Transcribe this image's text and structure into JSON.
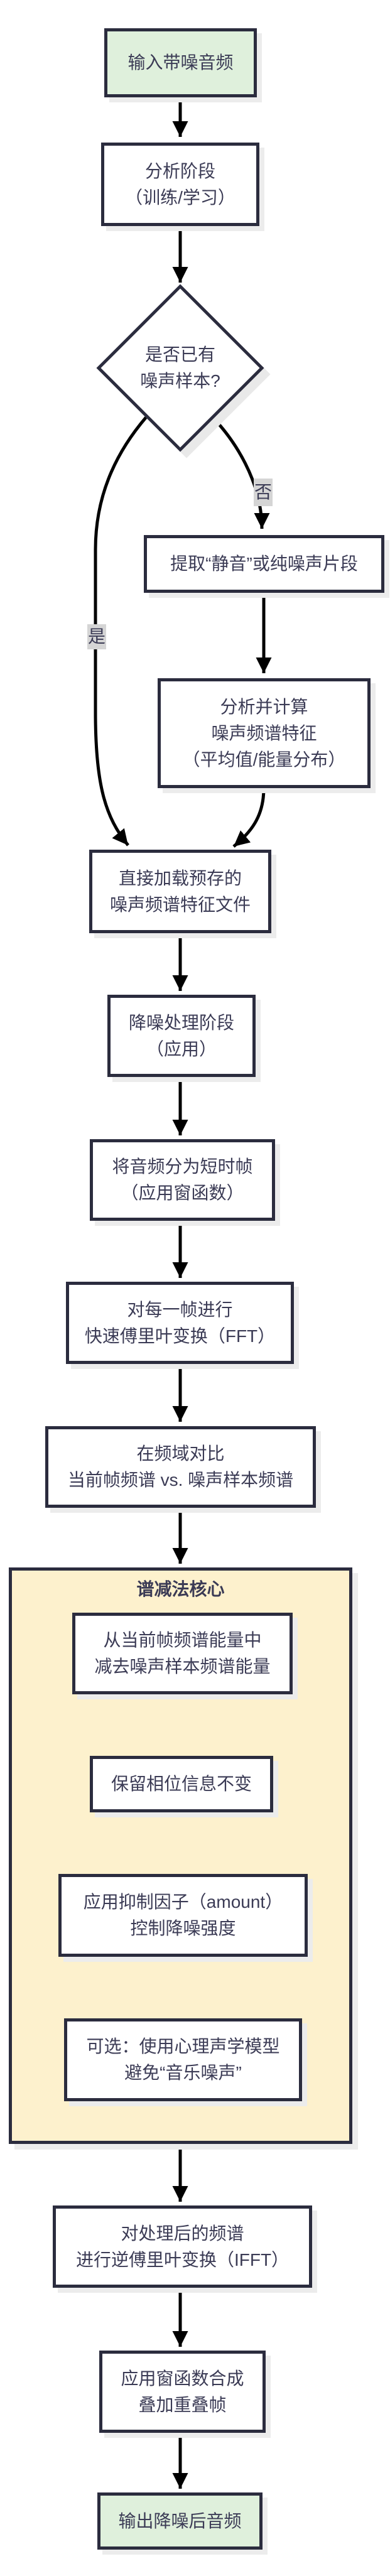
{
  "colors": {
    "background": "#ffffff",
    "box_border": "#2b2c3e",
    "text": "#3b3b55",
    "arrow": "#000000",
    "start_end_fill": "#dff0dc",
    "process_fill": "#ffffff",
    "core_container_fill": "#fdf1cd",
    "branch_label_bg": "#d5d5d5",
    "shadow": "#ececec"
  },
  "nodes": {
    "start": {
      "lines": [
        "输入带噪音频"
      ]
    },
    "analysis_stage": {
      "lines": [
        "分析阶段",
        "（训练/学习）"
      ]
    },
    "decision": {
      "lines": [
        "是否已有",
        "噪声样本?"
      ]
    },
    "extract_silence": {
      "lines": [
        "提取“静音”或纯噪声片段"
      ]
    },
    "compute_features": {
      "lines": [
        "分析并计算",
        "噪声频谱特征",
        "（平均值/能量分布）"
      ]
    },
    "load_preset": {
      "lines": [
        "直接加载预存的",
        "噪声频谱特征文件"
      ]
    },
    "denoise_stage": {
      "lines": [
        "降噪处理阶段",
        "（应用）"
      ]
    },
    "split_frames": {
      "lines": [
        "将音频分为短时帧",
        "（应用窗函数）"
      ]
    },
    "fft": {
      "lines": [
        "对每一帧进行",
        "快速傅里叶变换（FFT）"
      ]
    },
    "compare": {
      "lines": [
        "在频域对比",
        "当前帧频谱 vs. 噪声样本频谱"
      ]
    },
    "subtract": {
      "lines": [
        "从当前帧频谱能量中",
        "减去噪声样本频谱能量"
      ]
    },
    "keep_phase": {
      "lines": [
        "保留相位信息不变"
      ]
    },
    "amount": {
      "lines": [
        "应用抑制因子（amount）",
        "控制降噪强度"
      ]
    },
    "psycho": {
      "lines": [
        "可选：使用心理声学模型",
        "避免“音乐噪声”"
      ]
    },
    "ifft": {
      "lines": [
        "对处理后的频谱",
        "进行逆傅里叶变换（IFFT）"
      ]
    },
    "overlap": {
      "lines": [
        "应用窗函数合成",
        "叠加重叠帧"
      ]
    },
    "output": {
      "lines": [
        "输出降噪后音频"
      ]
    }
  },
  "core_container": {
    "title": "谱减法核心"
  },
  "branch_labels": {
    "yes": "是",
    "no": "否"
  }
}
